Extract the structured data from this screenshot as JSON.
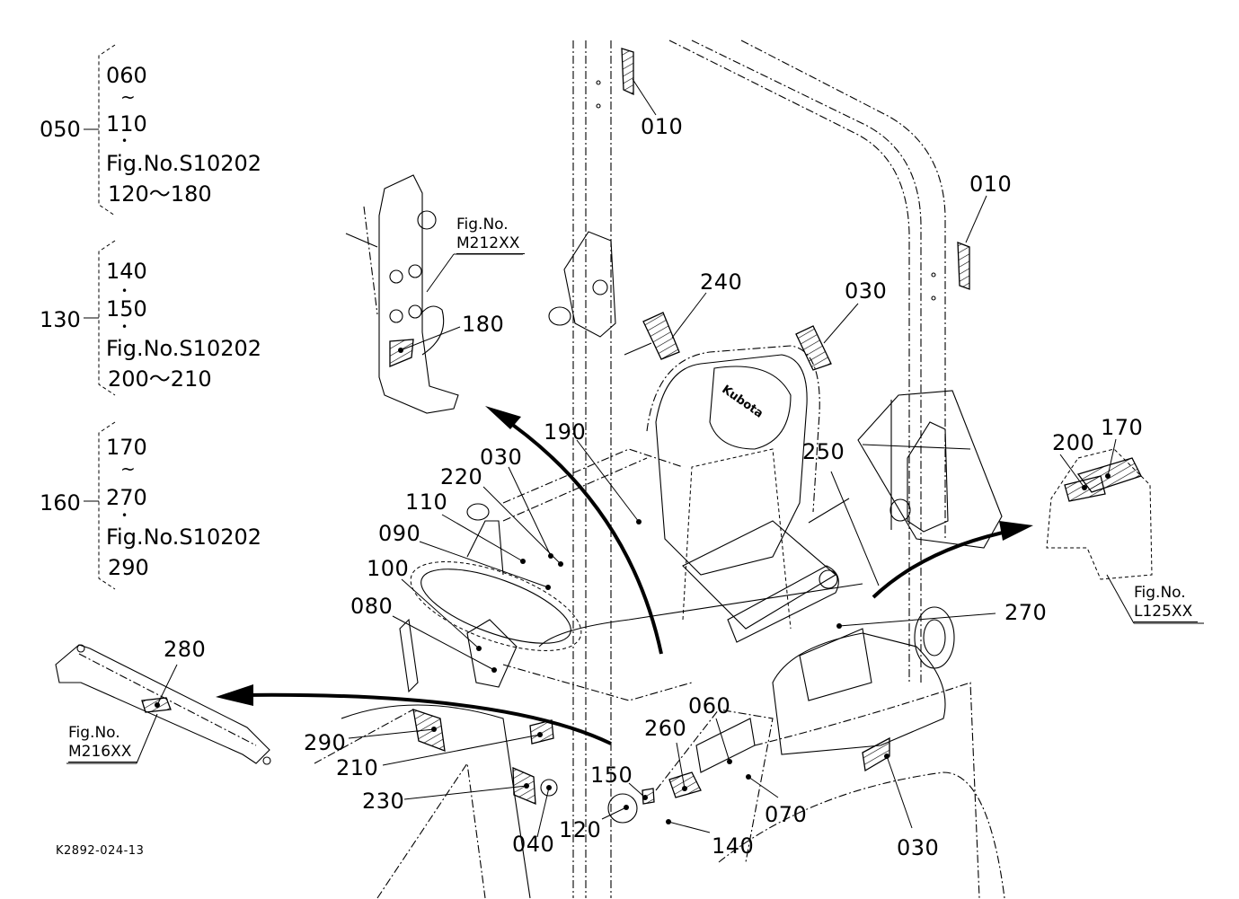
{
  "drawing_id": "K2892-024-13",
  "index_groups": [
    {
      "parent": "050",
      "lines": [
        "060",
        "~",
        "110",
        "•",
        "Fig.No.S10202",
        "120～180"
      ]
    },
    {
      "parent": "130",
      "lines": [
        "140",
        "•",
        "150",
        "•",
        "Fig.No.S10202",
        "200～210"
      ]
    },
    {
      "parent": "160",
      "lines": [
        "170",
        "~",
        "270",
        "•",
        "Fig.No.S10202",
        "290"
      ]
    }
  ],
  "figure_refs": {
    "m212": {
      "title": "Fig.No.",
      "code": "M212XX"
    },
    "m216": {
      "title": "Fig.No.",
      "code": "M216XX"
    },
    "l125": {
      "title": "Fig.No.",
      "code": "L125XX"
    }
  },
  "callouts": {
    "c010a": "010",
    "c010b": "010",
    "c240": "240",
    "c030a": "030",
    "c180": "180",
    "c190": "190",
    "c030b": "030",
    "c220": "220",
    "c110": "110",
    "c090": "090",
    "c100": "100",
    "c080": "080",
    "c250": "250",
    "c200": "200",
    "c170": "170",
    "c270": "270",
    "c280": "280",
    "c290": "290",
    "c210": "210",
    "c230": "230",
    "c040": "040",
    "c150": "150",
    "c120": "120",
    "c260": "260",
    "c060": "060",
    "c070": "070",
    "c140": "140",
    "c030c": "030"
  },
  "seat_brand": "Kubota"
}
